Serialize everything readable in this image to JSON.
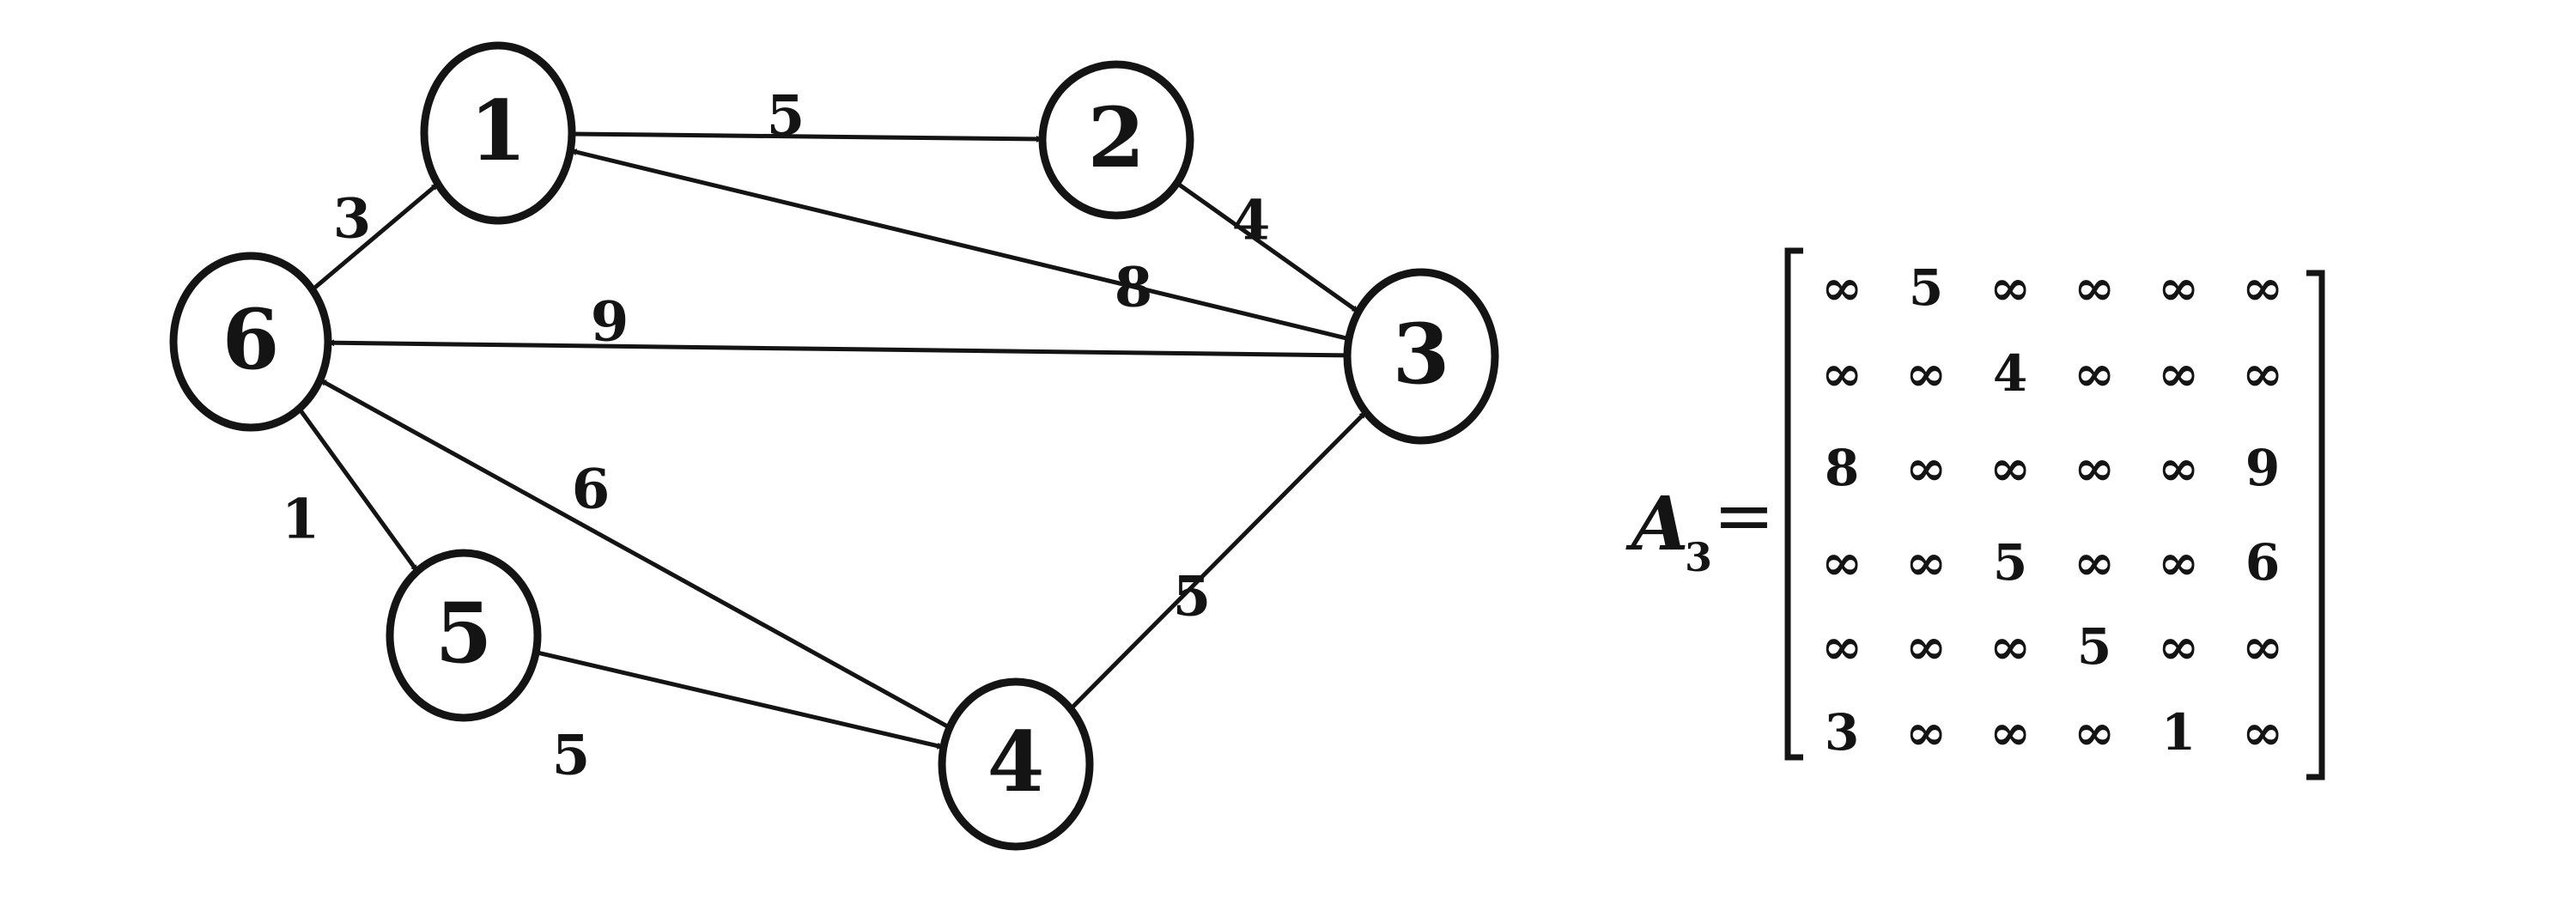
{
  "graph": {
    "nodes": [
      {
        "id": "1",
        "label": "1"
      },
      {
        "id": "2",
        "label": "2"
      },
      {
        "id": "3",
        "label": "3"
      },
      {
        "id": "4",
        "label": "4"
      },
      {
        "id": "5",
        "label": "5"
      },
      {
        "id": "6",
        "label": "6"
      }
    ],
    "edges": [
      {
        "from": "1",
        "to": "2",
        "weight": "5"
      },
      {
        "from": "2",
        "to": "3",
        "weight": "4"
      },
      {
        "from": "3",
        "to": "1",
        "weight": "8"
      },
      {
        "from": "3",
        "to": "6",
        "weight": "9"
      },
      {
        "from": "4",
        "to": "3",
        "weight": "5"
      },
      {
        "from": "4",
        "to": "6",
        "weight": "6"
      },
      {
        "from": "5",
        "to": "4",
        "weight": "5"
      },
      {
        "from": "6",
        "to": "1",
        "weight": "3"
      },
      {
        "from": "6",
        "to": "5",
        "weight": "1"
      }
    ]
  },
  "matrix": {
    "name": "A",
    "subscript": "3",
    "equals": "=",
    "rows": [
      [
        "∞",
        "5",
        "∞",
        "∞",
        "∞",
        "∞"
      ],
      [
        "∞",
        "∞",
        "4",
        "∞",
        "∞",
        "∞"
      ],
      [
        "8",
        "∞",
        "∞",
        "∞",
        "∞",
        "9"
      ],
      [
        "∞",
        "∞",
        "5",
        "∞",
        "∞",
        "6"
      ],
      [
        "∞",
        "∞",
        "∞",
        "5",
        "∞",
        "∞"
      ],
      [
        "3",
        "∞",
        "∞",
        "∞",
        "1",
        "∞"
      ]
    ]
  }
}
